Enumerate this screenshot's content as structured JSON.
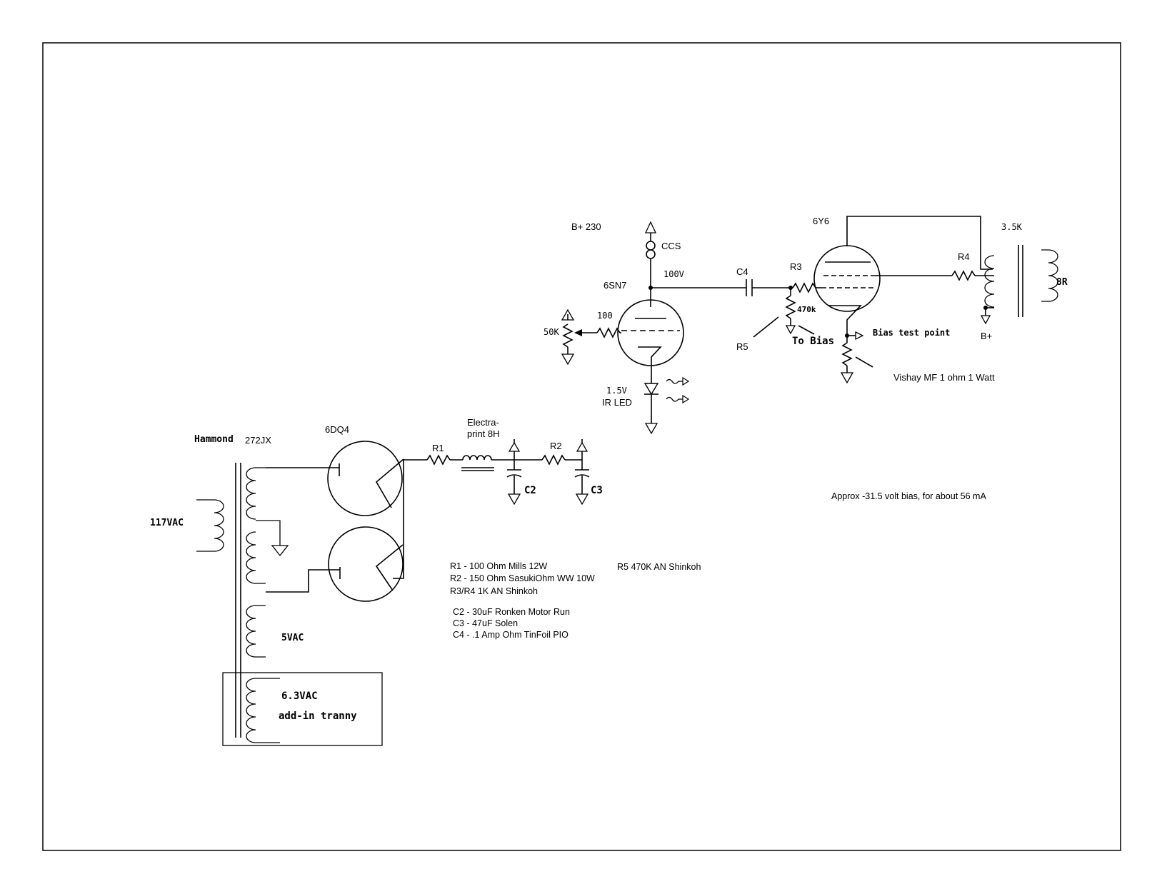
{
  "labels": {
    "b_plus_230": "B+ 230",
    "ccs": "CCS",
    "v100": "100V",
    "tube_6sn7": "6SN7",
    "r_100": "100",
    "pot_50k": "50K",
    "led_1": "1.5V",
    "led_2": "IR LED",
    "c4": "C4",
    "r3": "R3",
    "r_470k": "470k",
    "r5": "R5",
    "to_bias": "To Bias",
    "tube_6y6": "6Y6",
    "bias_test_point": "Bias test point",
    "vishay": "Vishay MF 1 ohm 1 Watt",
    "r4": "R4",
    "z_3_5k": "3.5K",
    "z_8r": "8R",
    "b_plus": "B+",
    "tube_6dq4": "6DQ4",
    "hammond": "Hammond",
    "hammond_model": "272JX",
    "r1": "R1",
    "choke_1": "Electra-",
    "choke_2": "print 8H",
    "r2": "R2",
    "c2": "C2",
    "c3": "C3",
    "v117": "117VAC",
    "v5": "5VAC",
    "v63": "6.3VAC",
    "addin": "add-in tranny",
    "bias_note": "Approx -31.5 volt bias, for about 56 mA"
  },
  "parts_list": {
    "r1": "R1 - 100 Ohm Mills 12W",
    "r2": "R2 - 150 Ohm SasukiOhm WW 10W",
    "r3r4": "R3/R4 1K AN Shinkoh",
    "r5": "R5 470K AN Shinkoh",
    "c2": "C2 - 30uF Ronken Motor Run",
    "c3": "C3 - 47uF Solen",
    "c4": "C4 - .1 Amp Ohm TinFoil PIO"
  }
}
